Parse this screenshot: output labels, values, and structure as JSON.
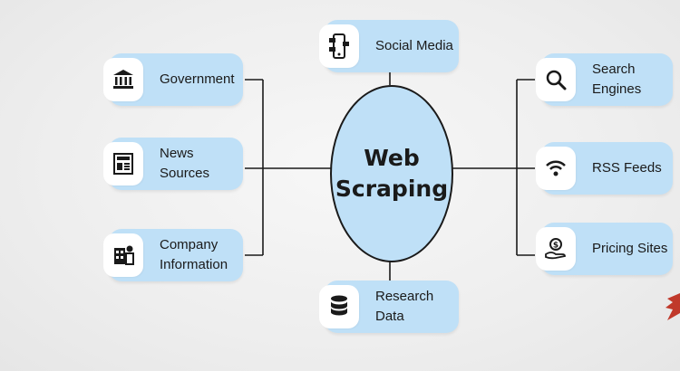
{
  "diagram": {
    "center": {
      "line1": "Web",
      "line2": "Scraping"
    },
    "nodes": {
      "government": {
        "label": "Government",
        "icon": "bank-icon"
      },
      "news_sources": {
        "label": "News Sources",
        "icon": "newspaper-icon"
      },
      "company_information": {
        "label": "Company\nInformation",
        "icon": "company-building-icon"
      },
      "social_media": {
        "label": "Social Media",
        "icon": "social-media-icon"
      },
      "research_data": {
        "label": "Research Data",
        "icon": "database-icon"
      },
      "search_engines": {
        "label": "Search Engines",
        "icon": "search-icon"
      },
      "rss_feeds": {
        "label": "RSS Feeds",
        "icon": "rss-icon"
      },
      "pricing_sites": {
        "label": "Pricing Sites",
        "icon": "price-tag-icon"
      }
    }
  },
  "colors": {
    "node_fill": "#bfe0f7",
    "outline": "#1a1a1a",
    "brand_mark": "#c0392b"
  }
}
